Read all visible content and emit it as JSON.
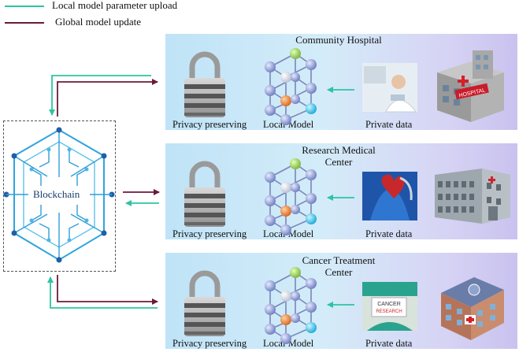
{
  "legend": {
    "upload_label": "Local model parameter upload",
    "update_label": "Global  model update",
    "upload_color": "#2ec4a0",
    "update_color": "#6b1a3a"
  },
  "blockchain": {
    "label": "Blockchain"
  },
  "panels": [
    {
      "title_lines": [
        "Community Hospital"
      ],
      "privacy_label": "Privacy preserving",
      "model_label": "Local Model",
      "data_label": "Private data",
      "building_sign": "HOSPITAL"
    },
    {
      "title_lines": [
        "Research Medical",
        "Center"
      ],
      "privacy_label": "Privacy preserving",
      "model_label": "Local Model",
      "data_label": "Private data"
    },
    {
      "title_lines": [
        "Cancer Treatment",
        "Center"
      ],
      "privacy_label": "Privacy preserving",
      "model_label": "Local Model",
      "data_label": "Private data",
      "photo_sign_1": "CANCER",
      "photo_sign_2": "RESEARCH"
    }
  ]
}
